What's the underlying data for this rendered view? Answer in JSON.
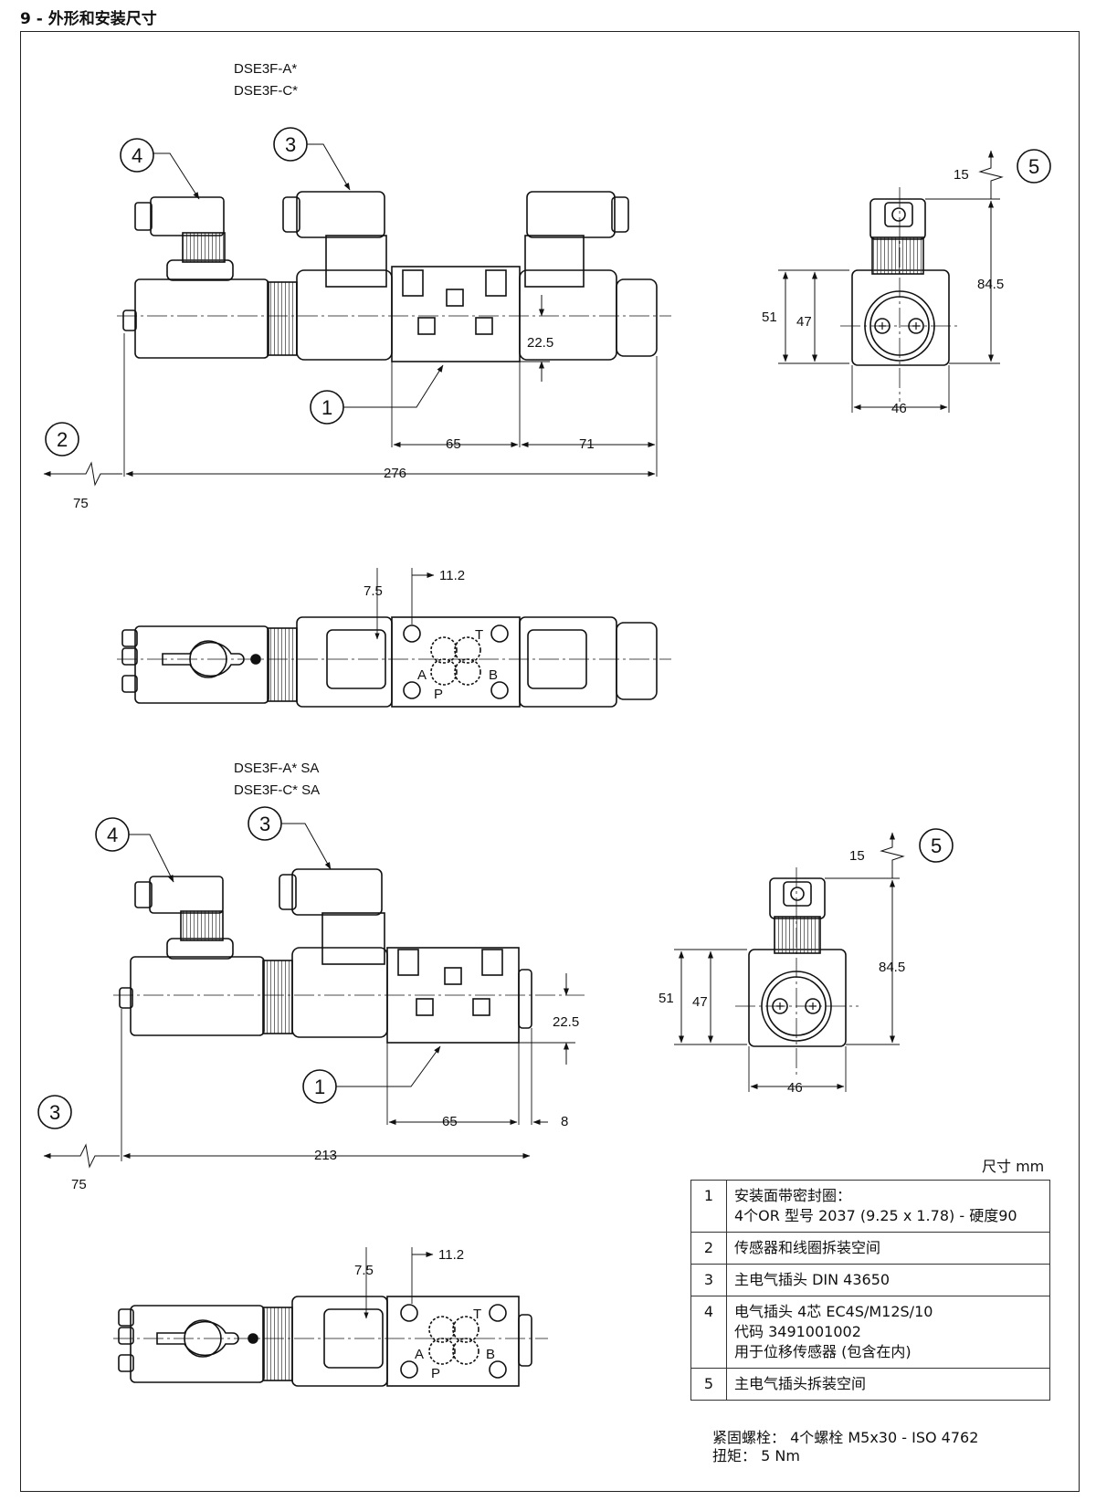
{
  "section_title": "9 - 外形和安装尺寸",
  "view1": {
    "labels": [
      "DSE3F-A*",
      "DSE3F-C*"
    ],
    "dims": {
      "d225": "22.5",
      "d65": "65",
      "d71": "71",
      "d276": "276",
      "d75": "75"
    },
    "callouts": [
      "1",
      "2",
      "3",
      "4"
    ]
  },
  "end_view1": {
    "dims": {
      "d15": "15",
      "d845": "84.5",
      "d51": "51",
      "d47": "47",
      "d46": "46"
    },
    "callout": "5"
  },
  "top_view1": {
    "dims": {
      "d75": "7.5",
      "d112": "11.2"
    },
    "ports": [
      "T",
      "A",
      "B",
      "P"
    ]
  },
  "view2": {
    "labels": [
      "DSE3F-A* SA",
      "DSE3F-C* SA"
    ],
    "dims": {
      "d225": "22.5",
      "d65": "65",
      "d8": "8",
      "d213": "213",
      "d75": "75"
    },
    "callouts": [
      "1",
      "3",
      "3",
      "4"
    ]
  },
  "end_view2": {
    "dims": {
      "d15": "15",
      "d845": "84.5",
      "d51": "51",
      "d47": "47",
      "d46": "46"
    },
    "callout": "5"
  },
  "top_view2": {
    "dims": {
      "d75": "7.5",
      "d112": "11.2"
    },
    "ports": [
      "T",
      "A",
      "B",
      "P"
    ]
  },
  "unit_label": "尺寸  mm",
  "legend": [
    {
      "num": "1",
      "lines": [
        "安装面带密封圈：",
        "4个OR 型号 2037 (9.25 x 1.78) - 硬度90"
      ]
    },
    {
      "num": "2",
      "lines": [
        "传感器和线圈拆装空间"
      ]
    },
    {
      "num": "3",
      "lines": [
        "主电气插头 DIN 43650"
      ]
    },
    {
      "num": "4",
      "lines": [
        "电气插头  4芯 EC4S/M12S/10",
        "代码 3491001002",
        "用于位移传感器 (包含在内)"
      ]
    },
    {
      "num": "5",
      "lines": [
        "主电气插头拆装空间"
      ]
    }
  ],
  "fastening": {
    "line1": "紧固螺栓：  4个螺栓 M5x30 - ISO 4762",
    "line2": "扭矩：  5 Nm"
  }
}
